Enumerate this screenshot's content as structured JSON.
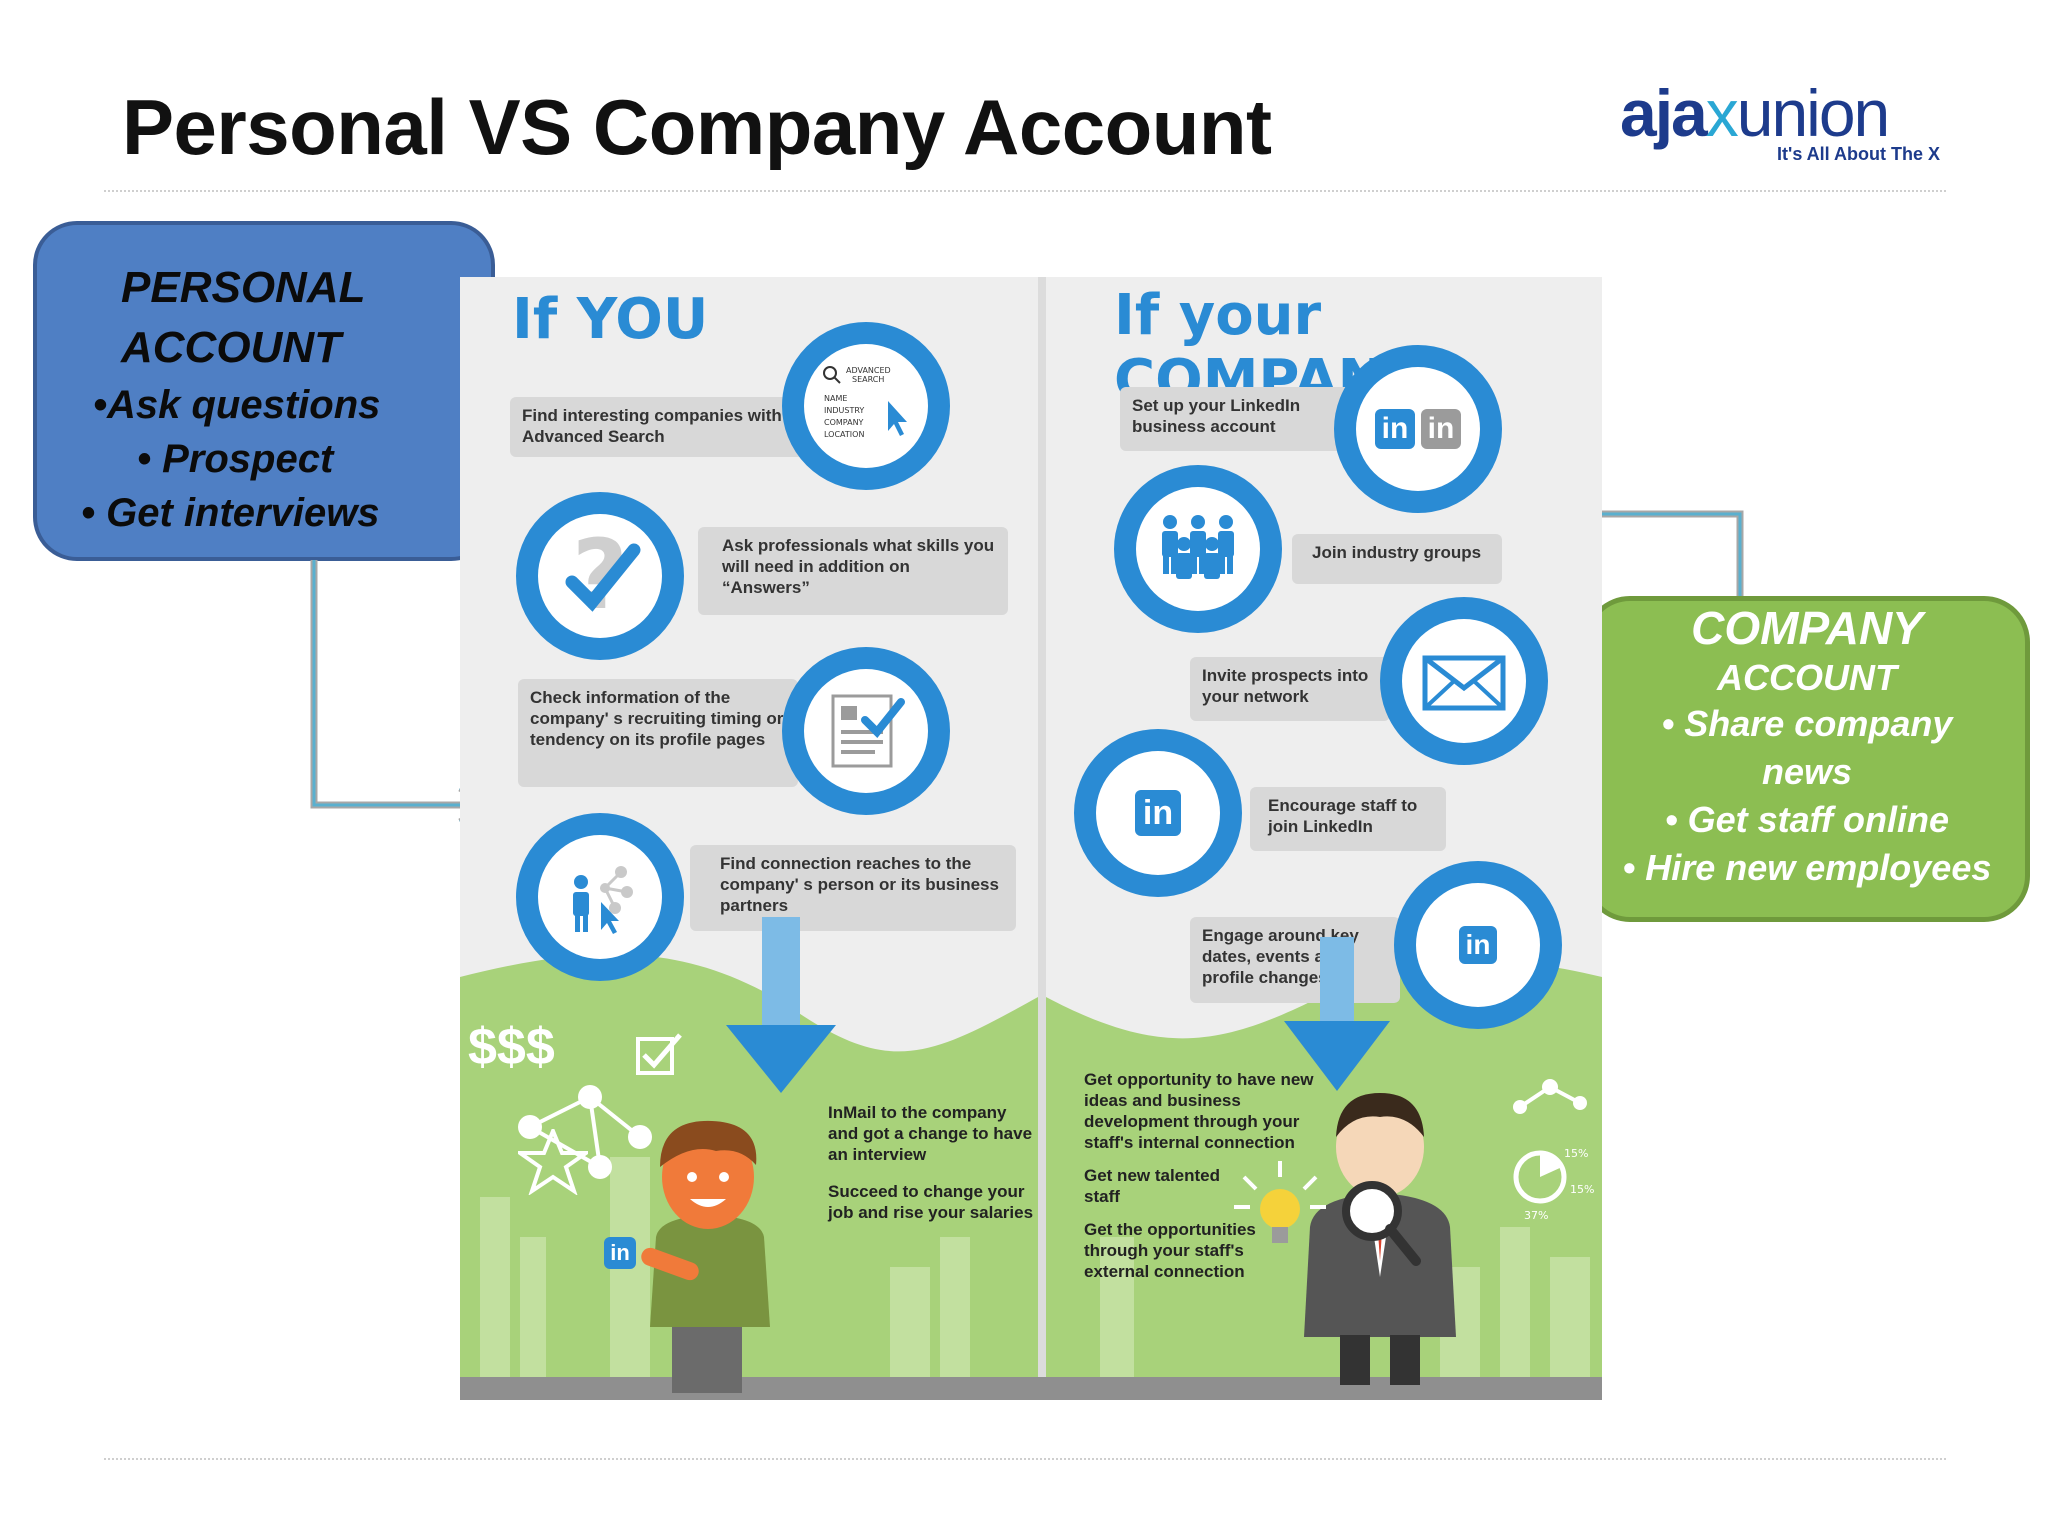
{
  "slide": {
    "title": "Personal VS Company Account",
    "logo": {
      "brand_left": "aja",
      "brand_x": "x",
      "brand_right": "union",
      "tagline": "It's All About The X"
    }
  },
  "personal_box": {
    "heading_line1": "PERSONAL",
    "heading_line2": "ACCOUNT",
    "items": [
      "•Ask questions",
      "• Prospect",
      "• Get interviews"
    ]
  },
  "company_box": {
    "heading_line1": "COMPANY",
    "heading_line2": "ACCOUNT",
    "items": [
      "• Share company",
      "news",
      "• Get staff online",
      "• Hire new employees"
    ]
  },
  "infographic": {
    "left_header": "If YOU",
    "right_header": "If your COMPANY",
    "left_steps": [
      "Find interesting companies with Advanced Search",
      "Ask professionals what skills you will need in addition on “Answers”",
      "Check information of the company' s recruiting timing or tendency on its profile pages",
      "Find connection reaches to the company' s person or its business partners"
    ],
    "search_icon_labels": [
      "ADVANCED SEARCH",
      "NAME",
      "INDUSTRY",
      "COMPANY",
      "LOCATION"
    ],
    "right_steps": [
      "Set up your LinkedIn business account",
      "Join industry groups",
      "Invite prospects into your network",
      "Encourage staff to join LinkedIn",
      "Engage around key dates, events and profile changes"
    ],
    "left_results": [
      "InMail to the company and got a change to have an interview",
      "Succeed to change your job and rise your salaries"
    ],
    "right_results": [
      "Get opportunity to have new ideas and business development through your staff's internal connection",
      "Get new talented staff",
      "Get the opportunities through your staff's external connection"
    ],
    "money_label": "$$$",
    "linkedin_glyph": "in",
    "pie_labels": [
      "15%",
      "15%",
      "37%"
    ],
    "colors": {
      "blue": "#2a8bd4",
      "green": "#a8d27a",
      "gray": "#d8d8d8"
    }
  },
  "connectors": {
    "left_color": "#5ab0cf",
    "right_color": "#5ab0cf"
  }
}
